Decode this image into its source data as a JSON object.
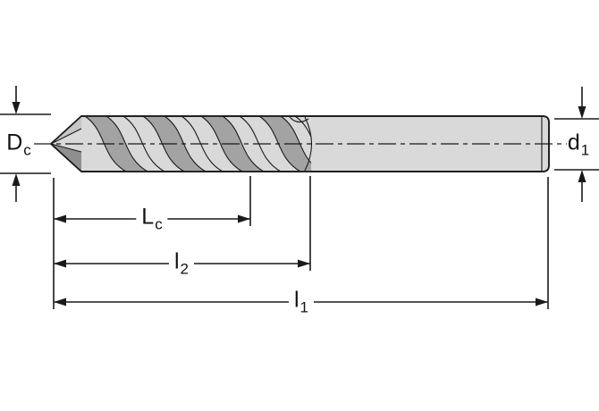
{
  "diagram": {
    "type": "technical-drawing",
    "subject": "twist-drill-dimension-drawing",
    "labels": {
      "dc": {
        "base": "D",
        "sub": "c"
      },
      "d1": {
        "base": "d",
        "sub": "1"
      },
      "lc": {
        "base": "L",
        "sub": "c"
      },
      "l2": {
        "base": "l",
        "sub": "2"
      },
      "l1": {
        "base": "l",
        "sub": "1"
      }
    },
    "colors": {
      "line": "#1a1a1a",
      "body_fill": "#d9d9d9",
      "flute_fill": "#a3a3a3",
      "tip_shade": "#8f8f8f",
      "background": "#ffffff"
    }
  }
}
